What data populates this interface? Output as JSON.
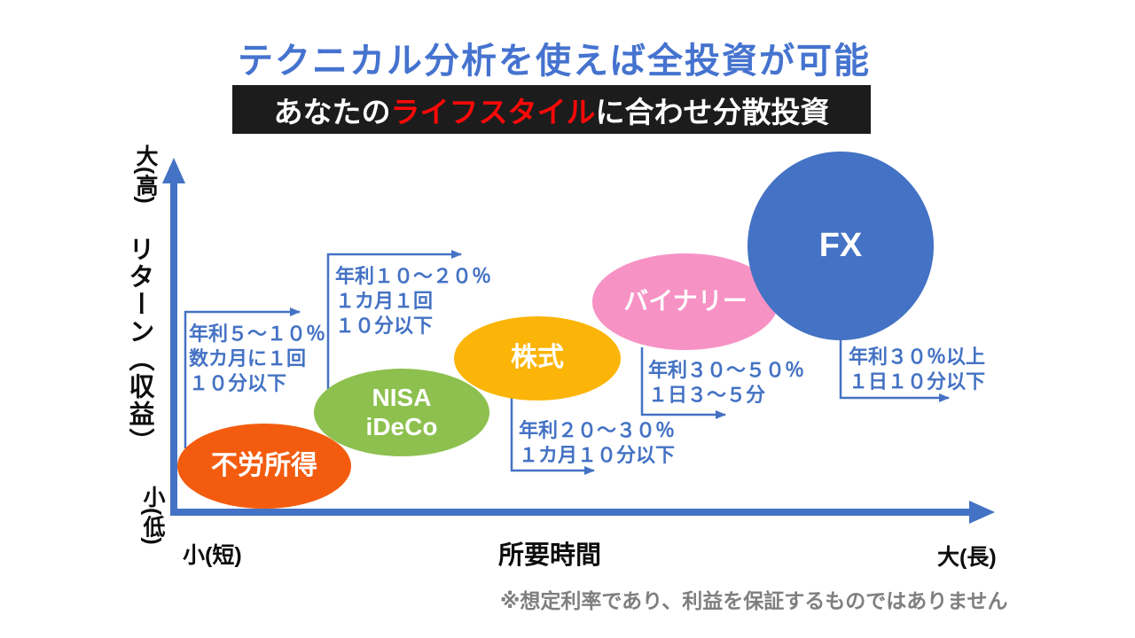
{
  "title": {
    "text": "テクニカル分析を使えば全投資が可能"
  },
  "subtitle": {
    "prefix": "あなたの",
    "highlight": "ライフスタイル",
    "suffix": "に合わせ分散投資"
  },
  "y_axis": {
    "top_label": "大(高)",
    "label": "リターン（収益）",
    "bottom_label": "小(低)"
  },
  "x_axis": {
    "left_label": "小(短)",
    "label": "所要時間",
    "right_label": "大(長)"
  },
  "bubbles": [
    {
      "label": "不労所得",
      "color": "#f35c0f",
      "annotation": "年利５～１０％\n数カ月に１回\n １０分以下"
    },
    {
      "label": "NISA\niDeCo",
      "color": "#8dc04e",
      "annotation": "年利１０～２０％\n １カ月１回\n １０分以下"
    },
    {
      "label": "株式",
      "color": "#fbb408",
      "annotation": "年利２０～３０％\n１カ月１０分以下"
    },
    {
      "label": "バイナリー",
      "color": "#f792c5",
      "annotation": "年利３０～５０％\n １日３～５分"
    },
    {
      "label": "FX",
      "color": "#4472c4",
      "annotation": "年利３０％以上\n １日１０分以下"
    }
  ],
  "footnote": "※想定利率であり、利益を保証するものではありません",
  "colors": {
    "title_blue": "#4573cf",
    "axis_blue": "#4472c4",
    "annotation_blue": "#4472c4",
    "subtitle_bg": "#1c1c1c",
    "subtitle_highlight_red": "#ff0808",
    "footnote_gray": "#7f7f7f"
  },
  "chart_data": {
    "type": "scatter",
    "title": "テクニカル分析を使えば全投資が可能",
    "subtitle": "あなたのライフスタイルに合わせ分散投資",
    "xlabel": "所要時間",
    "ylabel": "リターン（収益）",
    "x_axis_range_labels": [
      "小(短)",
      "大(長)"
    ],
    "y_axis_range_labels": [
      "小(低)",
      "大(高)"
    ],
    "grid": false,
    "legend": false,
    "points": [
      {
        "label": "不労所得",
        "x": 1,
        "y": 1,
        "color": "#f35c0f",
        "annual_return": "年利５～１０％",
        "effort": "数カ月に１回 １０分以下"
      },
      {
        "label": "NISA iDeCo",
        "x": 2,
        "y": 2,
        "color": "#8dc04e",
        "annual_return": "年利１０～２０％",
        "effort": "１カ月１回 １０分以下"
      },
      {
        "label": "株式",
        "x": 3,
        "y": 3,
        "color": "#fbb408",
        "annual_return": "年利２０～３０％",
        "effort": "１カ月１０分以下"
      },
      {
        "label": "バイナリー",
        "x": 4,
        "y": 4,
        "color": "#f792c5",
        "annual_return": "年利３０～５０％",
        "effort": "１日３～５分"
      },
      {
        "label": "FX",
        "x": 5,
        "y": 5,
        "color": "#4472c4",
        "annual_return": "年利３０％以上",
        "effort": "１日１０分以下"
      }
    ],
    "footnote": "※想定利率であり、利益を保証するものではありません"
  }
}
